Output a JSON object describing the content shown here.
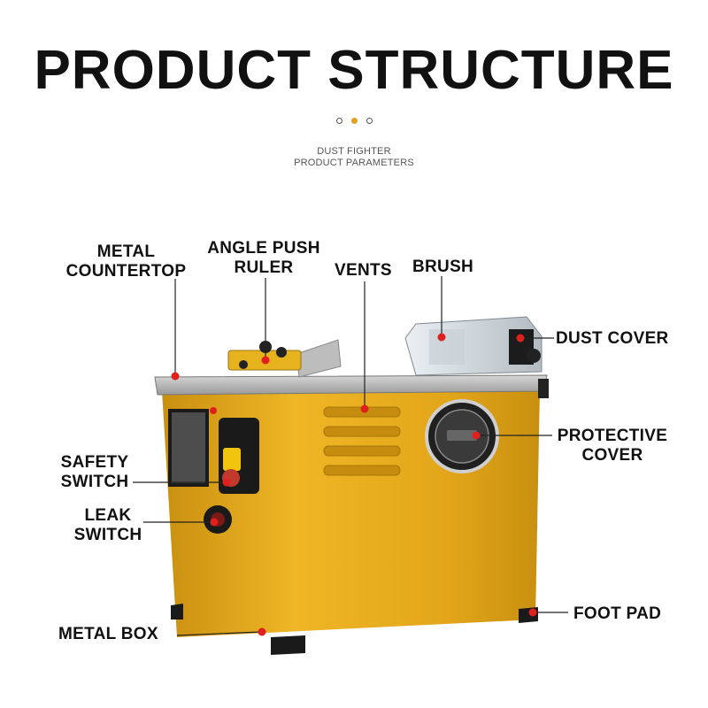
{
  "header": {
    "title": "PRODUCT STRUCTURE",
    "subtitle_line1": "DUST FIGHTER",
    "subtitle_line2": "PRODUCT PARAMETERS"
  },
  "labels": {
    "metal_countertop": [
      "METAL",
      "COUNTERTOP"
    ],
    "angle_push_ruler": [
      "ANGLE PUSH",
      "RULER"
    ],
    "vents": "VENTS",
    "brush": "BRUSH",
    "dust_cover": "DUST COVER",
    "protective_cover": [
      "PROTECTIVE",
      "COVER"
    ],
    "safety_switch": [
      "SAFETY",
      "SWITCH"
    ],
    "leak_switch": [
      "LEAK",
      "SWITCH"
    ],
    "metal_box": "METAL BOX",
    "foot_pad": "FOOT PAD"
  },
  "colors": {
    "body_yellow": "#e6ac1c",
    "marker_red": "#e0201c",
    "accent_dot": "#e0a020"
  }
}
